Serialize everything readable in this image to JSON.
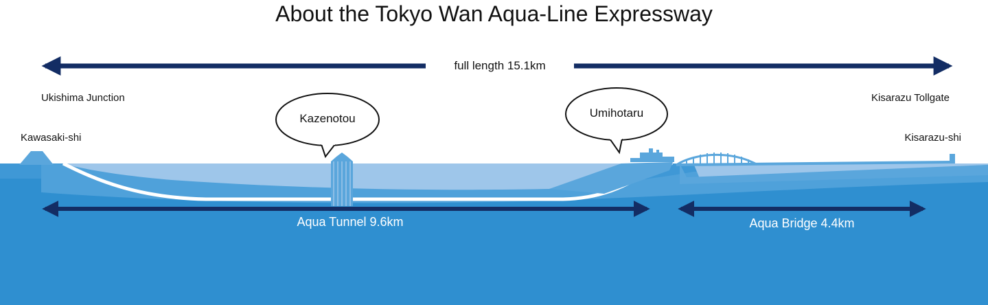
{
  "title": "About the Tokyo Wan Aqua-Line Expressway",
  "full_length_label": "full length 15.1km",
  "places": {
    "ukishima_junction": "Ukishima Junction",
    "kawasaki": "Kawasaki-shi",
    "kisarazu_tollgate": "Kisarazu Tollgate",
    "kisarazu": "Kisarazu-shi"
  },
  "landmarks": {
    "kazenotou": "Kazenotou",
    "umihotaru": "Umihotaru"
  },
  "segments": {
    "tunnel": "Aqua Tunnel 9.6km",
    "bridge": "Aqua Bridge 4.4km"
  },
  "colors": {
    "arrow": "#132d64",
    "sea_deep": "#2f8fd0",
    "sea_mid": "#5aa6dc",
    "sea_light": "#9ec6ea",
    "road": "#ffffff"
  }
}
